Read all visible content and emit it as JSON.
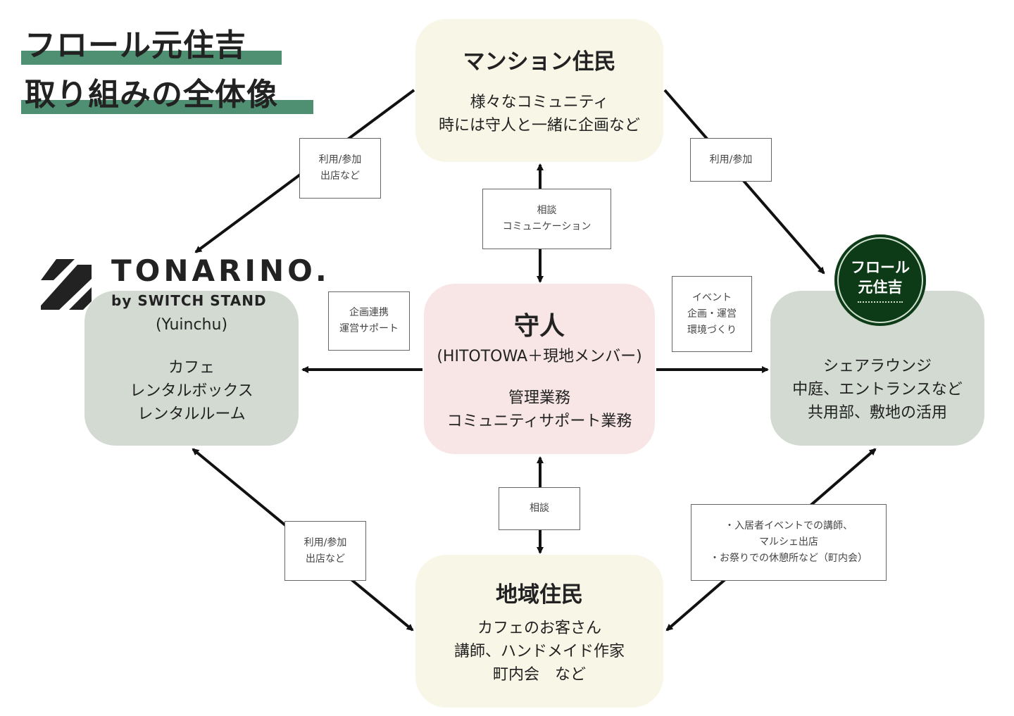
{
  "title": {
    "line1": "フロール元住吉",
    "line2": "取り組みの全体像"
  },
  "colors": {
    "accent": "#4f8f72",
    "resident_box": "#f8f6e6",
    "center_box": "#f8e6e6",
    "facility_box": "#d2dad2",
    "logo_circle": "#0e3b17"
  },
  "top": {
    "title": "マンション住民",
    "lines": [
      "様々なコミュニティ",
      "時には守人と一緒に企画など"
    ]
  },
  "center": {
    "title": "守人",
    "sub": "(HITOTOWA＋現地メンバー)",
    "lines": [
      "管理業務",
      "コミュニティサポート業務"
    ]
  },
  "bottom": {
    "title": "地域住民",
    "lines": [
      "カフェのお客さん",
      "講師、ハンドメイド作家",
      "町内会　など"
    ]
  },
  "left": {
    "logo_name": "TONARINO.",
    "logo_sub": "by SWITCH STAND",
    "lines": [
      "(Yuinchu)",
      "",
      "カフェ",
      "レンタルボックス",
      "レンタルルーム"
    ]
  },
  "right": {
    "logo_line1": "フロール",
    "logo_line2": "元住吉",
    "lines": [
      "シェアラウンジ",
      "中庭、エントランスなど",
      "共用部、敷地の活用"
    ]
  },
  "labels": {
    "top_left": [
      "利用/参加",
      "出店など"
    ],
    "top_right": [
      "利用/参加"
    ],
    "top_center": [
      "相談",
      "コミュニケーション"
    ],
    "center_left": [
      "企画連携",
      "運営サポート"
    ],
    "center_right": [
      "イベント",
      "企画・運営",
      "環境づくり"
    ],
    "bottom_center": [
      "相談"
    ],
    "bottom_left": [
      "利用/参加",
      "出店など"
    ],
    "bottom_right": [
      "・入居者イベントでの講師、",
      "マルシェ出店",
      "・お祭りでの休憩所など（町内会）"
    ]
  }
}
